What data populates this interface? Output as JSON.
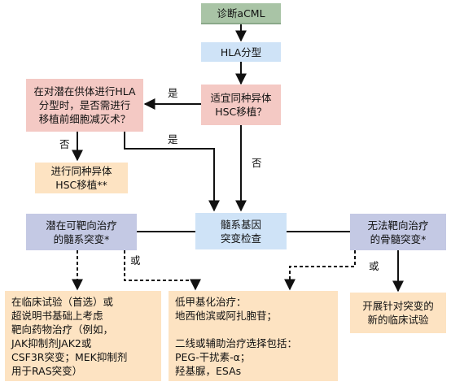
{
  "nodes": {
    "diagnose": "诊断aCML",
    "hla": "HLA分型",
    "suitable": "适宜同种异体\nHSC移植？",
    "question": "在对潜在供体进行HLA\n分型时，是否需进行\n移植前细胞减灭术？",
    "allo": "进行同种异体\nHSC移植**",
    "targetable": "潜在可靶向治疗\n的髓系突变*",
    "check": "髓系基因\n突变检查",
    "untargetable": "无法靶向治疗\n的骨髓突变*",
    "trial": "在临床试验（首选）或\n超说明书基础上考虑\n靶向药物治疗（例如，\nJAK抑制剂JAK2或\nCSF3R突变；MEK抑制剂\n用于RAS突变）",
    "hypomethyl": "低甲基化治疗：\n地西他滨或阿扎胞苷；\n\n二线或辅助治疗选择包括：\nPEG-干扰素-α；\n羟基脲，ESAs",
    "newtrial": "开展针对突变的\n新的临床试验"
  },
  "labels": {
    "yes_top": "是",
    "yes_mid": "是",
    "no_left": "否",
    "no_center": "否",
    "or_left": "或",
    "or_right": "或"
  }
}
